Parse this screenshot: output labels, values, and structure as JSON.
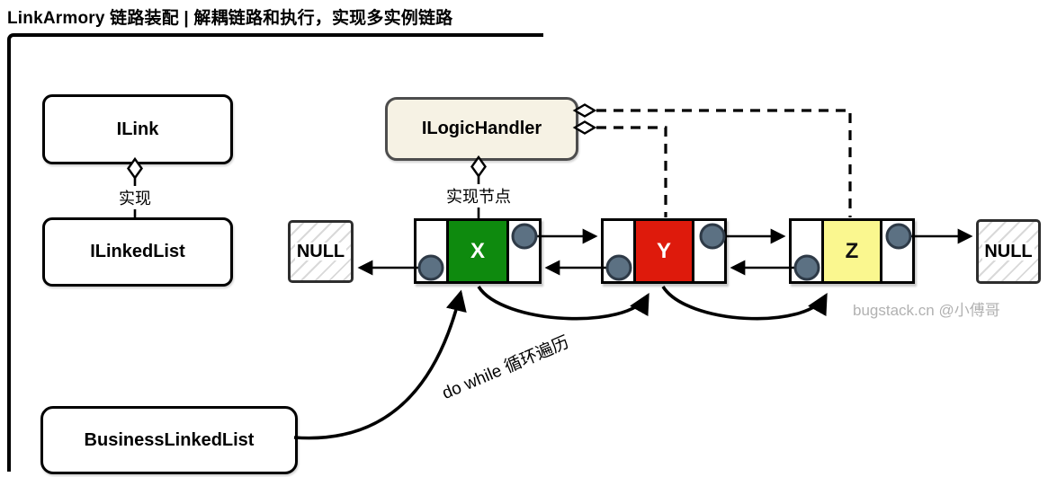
{
  "title": "LinkArmory 链路装配 | 解耦链路和执行，实现多实例链路",
  "class_boxes": {
    "ilink": "ILink",
    "ilinkedlist": "ILinkedList",
    "ilogichandler": "ILogicHandler",
    "businesslinkedlist": "BusinessLinkedList"
  },
  "relations": {
    "implement": "实现",
    "implement_node": "实现节点",
    "do_while": "do while 循环遍历"
  },
  "nodes": [
    {
      "label": "X",
      "color": "#0e8a0e",
      "text_color": "#ffffff"
    },
    {
      "label": "Y",
      "color": "#de1a0c",
      "text_color": "#ffffff"
    },
    {
      "label": "Z",
      "color": "#faf78f",
      "text_color": "#111111"
    }
  ],
  "null_left": "NULL",
  "null_right": "NULL",
  "watermark": "bugstack.cn @小傅哥",
  "colors": {
    "cream": "#f6f2e4",
    "cream_border": "#4d4d4d",
    "circle_fill": "#5c7183",
    "circle_stroke": "#2e3a47",
    "line": "#000000"
  }
}
